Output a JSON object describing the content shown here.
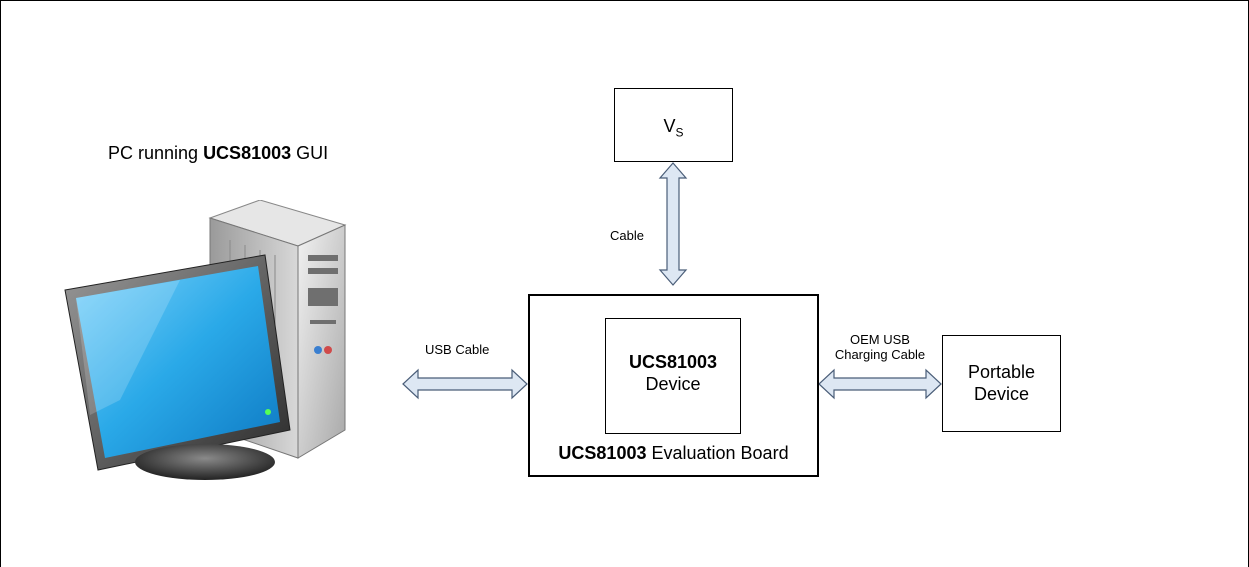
{
  "pc": {
    "caption_prefix": "PC running ",
    "caption_bold": "UCS81003",
    "caption_suffix": " GUI",
    "icon": "desktop-computer-icon"
  },
  "vs_box": {
    "main": "V",
    "subscript": "S"
  },
  "cables": {
    "vs_cable": "Cable",
    "usb_cable": "USB Cable",
    "oem_line1": "OEM USB",
    "oem_line2": "Charging Cable"
  },
  "eval_board": {
    "device_bold": "UCS81003",
    "device_text": "Device",
    "board_bold": "UCS81003",
    "board_suffix": " Evaluation Board"
  },
  "portable": {
    "line1": "Portable",
    "line2": "Device"
  },
  "colors": {
    "arrow_fill": "#dde7f3",
    "arrow_stroke": "#4a5d78",
    "screen": "#2aa9e8"
  }
}
